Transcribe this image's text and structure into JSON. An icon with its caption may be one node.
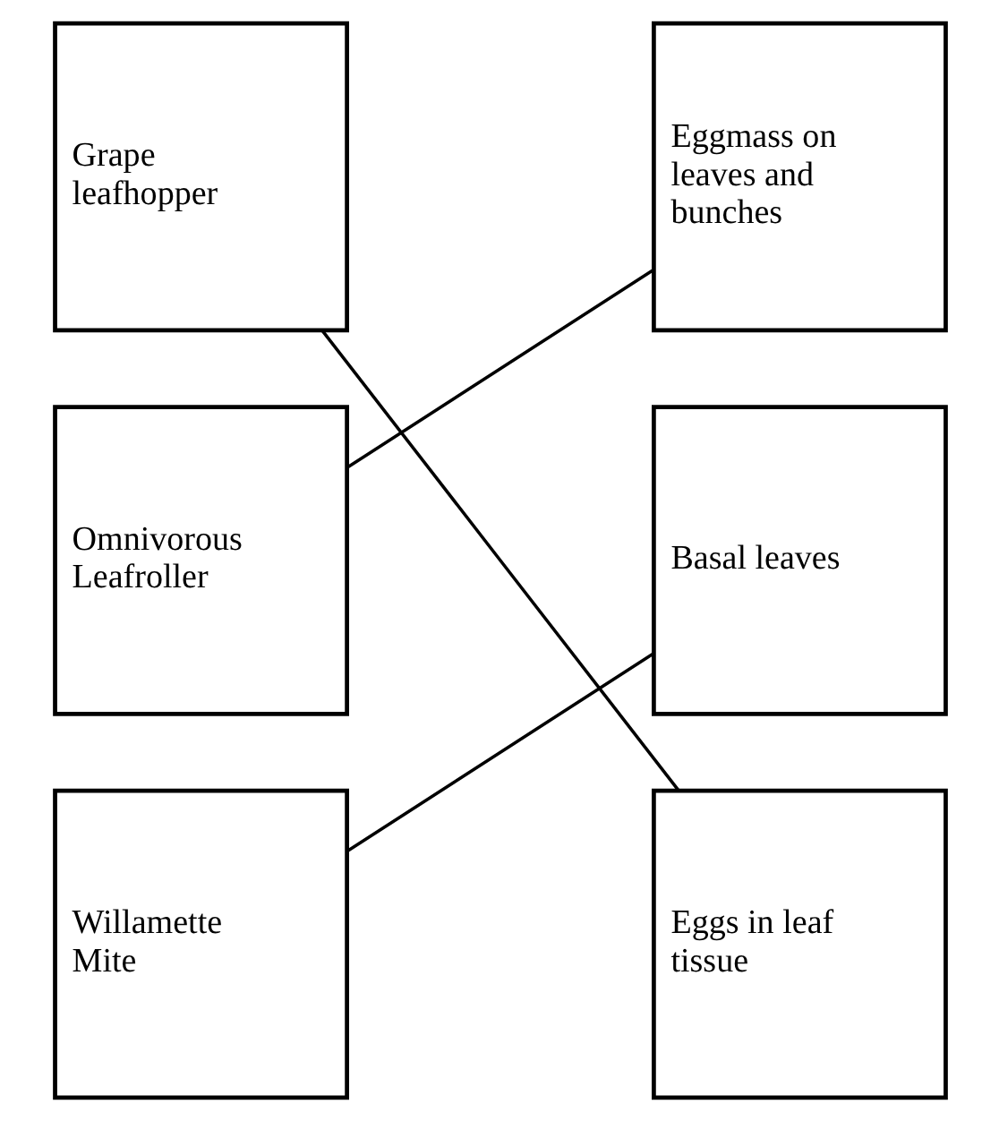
{
  "diagram": {
    "nodes": [
      {
        "text": [
          "Grape leafhopper"
        ]
      },
      {
        "text": [
          "Eggmass on leaves and bunches"
        ]
      },
      {
        "text": [
          "Omnivorous Leafroller"
        ]
      },
      {
        "text": [
          "Basal leaves"
        ]
      },
      {
        "text": [
          "Willamette Mite"
        ]
      },
      {
        "text": [
          "Eggs in leaf tissue"
        ]
      }
    ],
    "edges": [
      {
        "from": 0,
        "to": 5,
        "arrow": "none"
      },
      {
        "from": 2,
        "to": 1,
        "arrow": "none"
      },
      {
        "from": 4,
        "to": 3,
        "arrow": "none"
      }
    ]
  }
}
